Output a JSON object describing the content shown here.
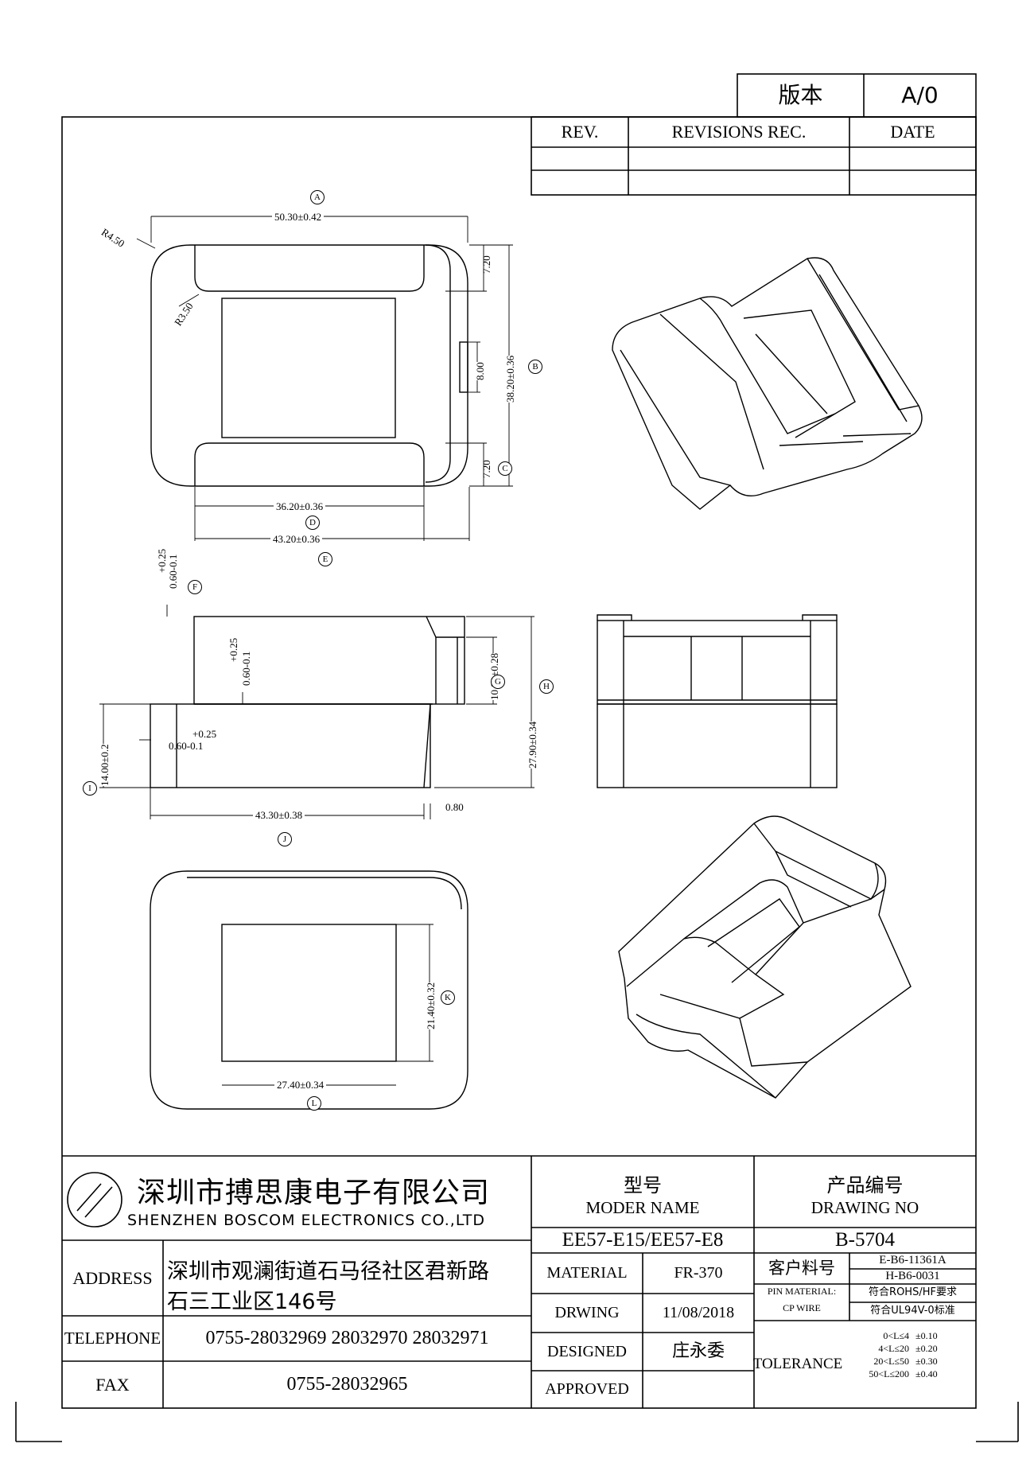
{
  "version_block": {
    "label": "版本",
    "value": "A/0"
  },
  "revision_table": {
    "rev_header": "REV.",
    "rec_header": "REVISIONS REC.",
    "date_header": "DATE"
  },
  "dimensions": {
    "A": "50.30±0.42",
    "B": "38.20±0.36",
    "C": "7.20",
    "C_top": "7.20",
    "slot": "8.00",
    "D": "36.20±0.36",
    "E": "43.20±0.36",
    "R_outer": "R4.50",
    "R_inner": "R3.50",
    "F_plus": "+0.25",
    "F_main": "0.60-0.1",
    "G": "10.80±0.28",
    "H": "27.90±0.34",
    "I": "14.00±0.2",
    "J": "43.30±0.38",
    "offset": "0.80",
    "K": "21.40±0.32",
    "L": "27.40±0.34"
  },
  "callouts": [
    "A",
    "B",
    "C",
    "D",
    "E",
    "F",
    "G",
    "H",
    "I",
    "J",
    "K",
    "L"
  ],
  "company": {
    "name_cn": "深圳市搏思康电子有限公司",
    "name_en": "SHENZHEN BOSCOM ELECTRONICS CO.,LTD"
  },
  "address": {
    "label": "ADDRESS",
    "line1": "深圳市观澜街道石马径社区君新路",
    "line2": "石三工业区146号"
  },
  "telephone": {
    "label": "TELEPHONE",
    "value": "0755-28032969 28032970 28032971"
  },
  "fax": {
    "label": "FAX",
    "value": "0755-28032965"
  },
  "model": {
    "label_cn": "型号",
    "label_en": "MODER NAME",
    "value": "EE57-E15/EE57-E8"
  },
  "drawing_no": {
    "label_cn": "产品编号",
    "label_en": "DRAWING NO",
    "value": "B-5704"
  },
  "material": {
    "label": "MATERIAL",
    "value": "FR-370"
  },
  "customer_part": {
    "label": "客户料号",
    "line1": "E-B6-11361A",
    "line2": "H-B6-0031"
  },
  "drawing_date": {
    "label": "DRWING",
    "value": "11/08/2018"
  },
  "pin_material": {
    "label1": "PIN MATERIAL:",
    "label2": "CP WIRE",
    "rohs": "符合ROHS/HF要求",
    "ul": "符合UL94V-0标准"
  },
  "designed": {
    "label": "DESIGNED",
    "value": "庄永委"
  },
  "approved": {
    "label": "APPROVED",
    "value": ""
  },
  "tolerance": {
    "label": "TOLERANCE",
    "rows": [
      {
        "range": "0<L≤4",
        "tol": "±0.10"
      },
      {
        "range": "4<L≤20",
        "tol": "±0.20"
      },
      {
        "range": "20<L≤50",
        "tol": "±0.30"
      },
      {
        "range": "50<L≤200",
        "tol": "±0.40"
      }
    ]
  }
}
